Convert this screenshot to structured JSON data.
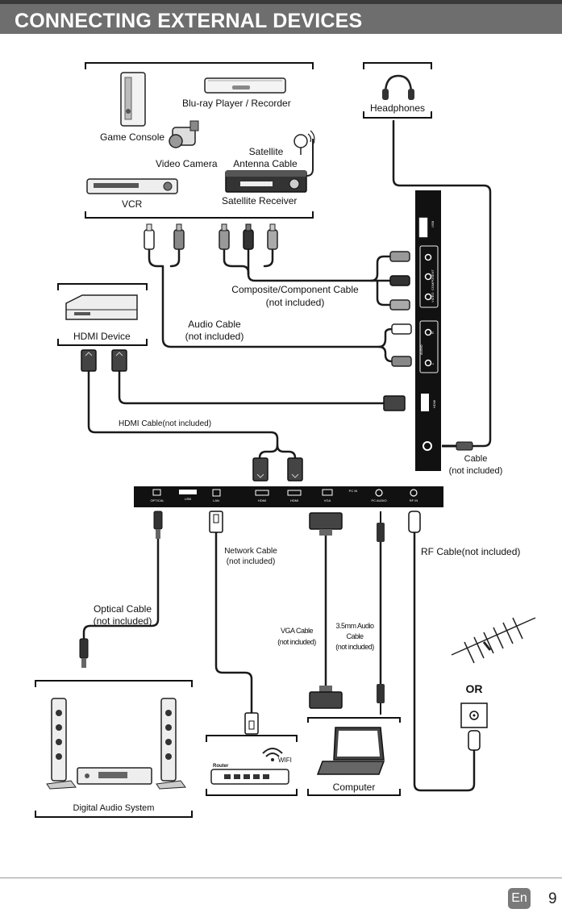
{
  "title": "CONNECTING EXTERNAL DEVICES",
  "labels": {
    "bluray": "Blu-ray Player / Recorder",
    "game_console": "Game Console",
    "video_camera": "Video Camera",
    "satellite_line1": "Satellite",
    "satellite_line2": "Antenna Cable",
    "vcr": "VCR",
    "satellite_receiver": "Satellite Receiver",
    "headphones": "Headphones",
    "composite_line1": "Composite/Component Cable",
    "composite_line2": "(not included)",
    "audio_line1": "Audio Cable",
    "audio_line2": "(not included)",
    "hdmi_device": "HDMI Device",
    "hdmi_cable": "HDMI Cable(not included)",
    "cable_line1": "Cable",
    "cable_line2": "(not included)",
    "network_line1": "Network Cable",
    "network_line2": "(not included)",
    "rf_cable": "RF Cable(not included)",
    "optical_line1": "Optical Cable",
    "optical_line2": "(not included)",
    "vga_line1": "VGA Cable",
    "vga_line2": "(not included)",
    "audio35_line1": "3.5mm Audio",
    "audio35_line2": "Cable",
    "audio35_line3": "(not included)",
    "or": "OR",
    "wifi": "WIFI",
    "router": "Router",
    "computer": "Computer",
    "digital_audio": "Digital Audio System"
  },
  "side_panel": {
    "usb": "USB",
    "component": "COMPONENT",
    "video": "VIDEO",
    "audio": "AUDIO",
    "r": "R",
    "l": "L",
    "hdmi": "HDMI"
  },
  "bottom_panel": {
    "optical": "OPTICAL",
    "usb": "USB",
    "lan": "LAN",
    "hdmi1": "HDMI",
    "hdmi2": "HDMI",
    "vga": "VGA",
    "pc_in": "PC IN",
    "pc_audio": "PC AUDIO",
    "rf_in": "RF IN"
  },
  "footer": {
    "lang": "En",
    "page": "9"
  }
}
